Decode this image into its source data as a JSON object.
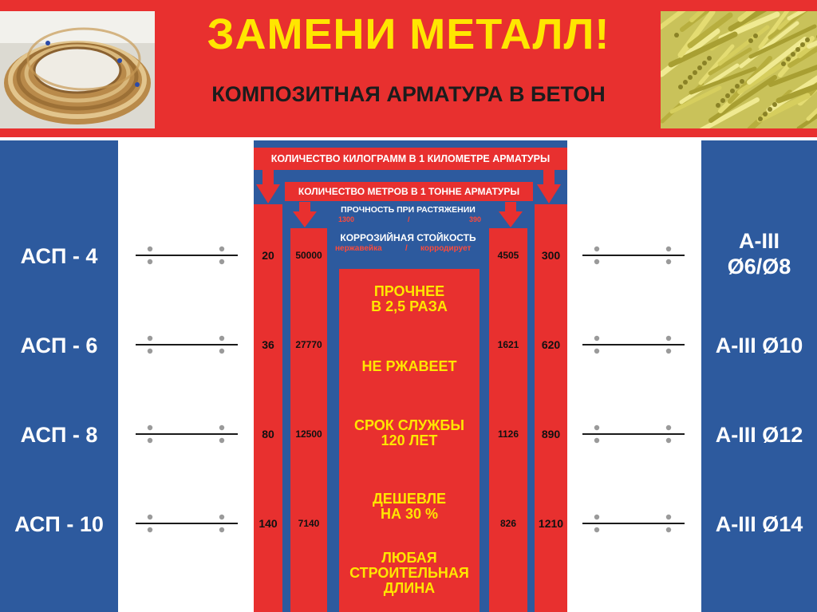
{
  "header": {
    "title": "ЗАМЕНИ МЕТАЛЛ!",
    "subtitle": "КОМПОЗИТНАЯ АРМАТУРА В БЕТОН"
  },
  "table": {
    "header_kg_per_km": "КОЛИЧЕСТВО КИЛОГРАММ В 1 КИЛОМЕТРЕ АРМАТУРЫ",
    "header_m_per_ton": "КОЛИЧЕСТВО МЕТРОВ В 1 ТОННЕ АРМАТУРЫ",
    "tensile_strength": {
      "label": "ПРОЧНОСТЬ ПРИ РАСТЯЖЕНИИ",
      "composite_value": "1300",
      "separator": "/",
      "metal_value": "390"
    },
    "corrosion": {
      "label": "КОРРОЗИЙНАЯ СТОЙКОСТЬ",
      "composite_value": "нержавейка",
      "separator": "/",
      "metal_value": "корродирует"
    },
    "rows": [
      {
        "composite": "АСП - 4",
        "composite_kg_km": "20",
        "composite_m_ton": "50000",
        "metal_m_ton": "4505",
        "metal_kg_km": "300",
        "metal": "А-III Ø6/Ø8"
      },
      {
        "composite": "АСП - 6",
        "composite_kg_km": "36",
        "composite_m_ton": "27770",
        "metal_m_ton": "1621",
        "metal_kg_km": "620",
        "metal": "А-III Ø10"
      },
      {
        "composite": "АСП - 8",
        "composite_kg_km": "80",
        "composite_m_ton": "12500",
        "metal_m_ton": "1126",
        "metal_kg_km": "890",
        "metal": "А-III Ø12"
      },
      {
        "composite": "АСП - 10",
        "composite_kg_km": "140",
        "composite_m_ton": "7140",
        "metal_m_ton": "826",
        "metal_kg_km": "1210",
        "metal": "А-III Ø14"
      }
    ],
    "first_metal_label_lines": [
      "А-III",
      "Ø6/Ø8"
    ]
  },
  "features": [
    {
      "lines": [
        "ПРОЧНЕЕ",
        "В 2,5 РАЗА"
      ]
    },
    {
      "lines": [
        "НЕ РЖАВЕЕТ"
      ]
    },
    {
      "lines": [
        "СРОК СЛУЖБЫ",
        "120 ЛЕТ"
      ]
    },
    {
      "lines": [
        "ДЕШЕВЛЕ",
        "НА 30 %"
      ]
    },
    {
      "lines": [
        "ЛЮБАЯ",
        "СТРОИТЕЛЬНАЯ",
        "ДЛИНА"
      ]
    }
  ],
  "colors": {
    "red": "#e8302f",
    "blue": "#2d5a9e",
    "yellow": "#ffe600",
    "white": "#ffffff"
  }
}
